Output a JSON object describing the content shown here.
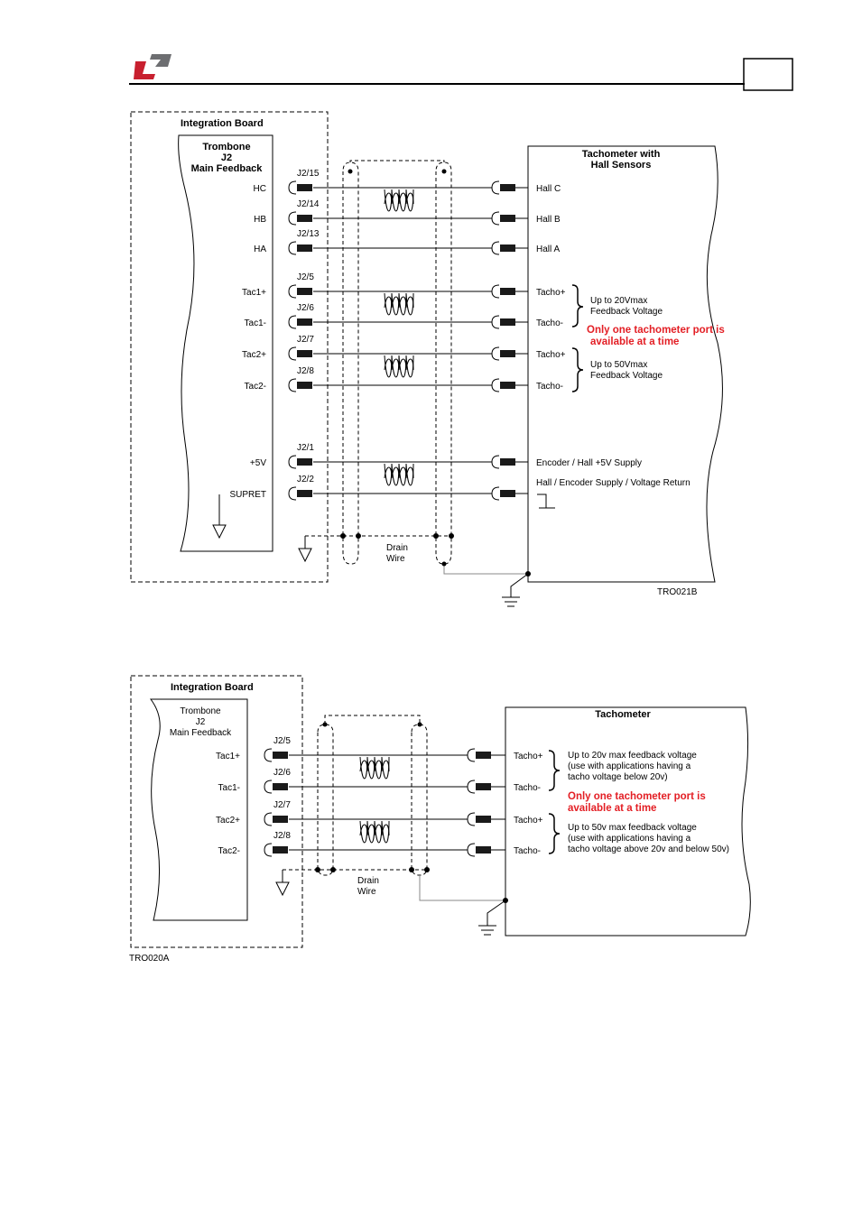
{
  "header": {
    "logo_color_red": "#c8202f",
    "logo_color_gray": "#6d6e71",
    "page_box": ""
  },
  "diagram1": {
    "board_title": "Integration Board",
    "board_sub": [
      "Trombone",
      "J2",
      "Main Feedback"
    ],
    "device_title": [
      "Tachometer with",
      "Hall Sensors"
    ],
    "signals": [
      {
        "label": "HC",
        "pin": "J2/15",
        "dev": "Hall C"
      },
      {
        "label": "HB",
        "pin": "J2/14",
        "dev": "Hall B"
      },
      {
        "label": "HA",
        "pin": "J2/13",
        "dev": "Hall A"
      },
      {
        "label": "Tac1+",
        "pin": "J2/5",
        "dev": "Tacho+"
      },
      {
        "label": "Tac1-",
        "pin": "J2/6",
        "dev": "Tacho-"
      },
      {
        "label": "Tac2+",
        "pin": "J2/7",
        "dev": "Tacho+"
      },
      {
        "label": "Tac2-",
        "pin": "J2/8",
        "dev": "Tacho-"
      },
      {
        "label": "+5V",
        "pin": "J2/1",
        "dev": "Encoder / Hall +5V Supply"
      },
      {
        "label": "SUPRET",
        "pin": "J2/2",
        "dev": "Hall / Encoder Supply / Voltage Return"
      }
    ],
    "note1": [
      "Up to 20Vmax",
      "Feedback Voltage"
    ],
    "note2": [
      "Up to 50Vmax",
      "Feedback Voltage"
    ],
    "warning": [
      "Only one tachometer port is",
      "available at a time"
    ],
    "drain": [
      "Drain",
      "Wire"
    ],
    "code": "TRO021B"
  },
  "diagram2": {
    "board_title": "Integration Board",
    "board_sub": [
      "Trombone",
      "J2",
      "Main Feedback"
    ],
    "device_title": "Tachometer",
    "signals": [
      {
        "label": "Tac1+",
        "pin": "J2/5",
        "dev": "Tacho+"
      },
      {
        "label": "Tac1-",
        "pin": "J2/6",
        "dev": "Tacho-"
      },
      {
        "label": "Tac2+",
        "pin": "J2/7",
        "dev": "Tacho+"
      },
      {
        "label": "Tac2-",
        "pin": "J2/8",
        "dev": "Tacho-"
      }
    ],
    "note1": [
      "Up to 20v max feedback voltage",
      "(use with applications having a",
      "tacho voltage below 20v)"
    ],
    "note2": [
      "Up to 50v max feedback voltage",
      "(use with applications having a",
      "tacho voltage above 20v and below 50v)"
    ],
    "warning": [
      "Only one tachometer port is",
      " available at a time"
    ],
    "drain": [
      "Drain",
      "Wire"
    ],
    "code": "TRO020A"
  }
}
